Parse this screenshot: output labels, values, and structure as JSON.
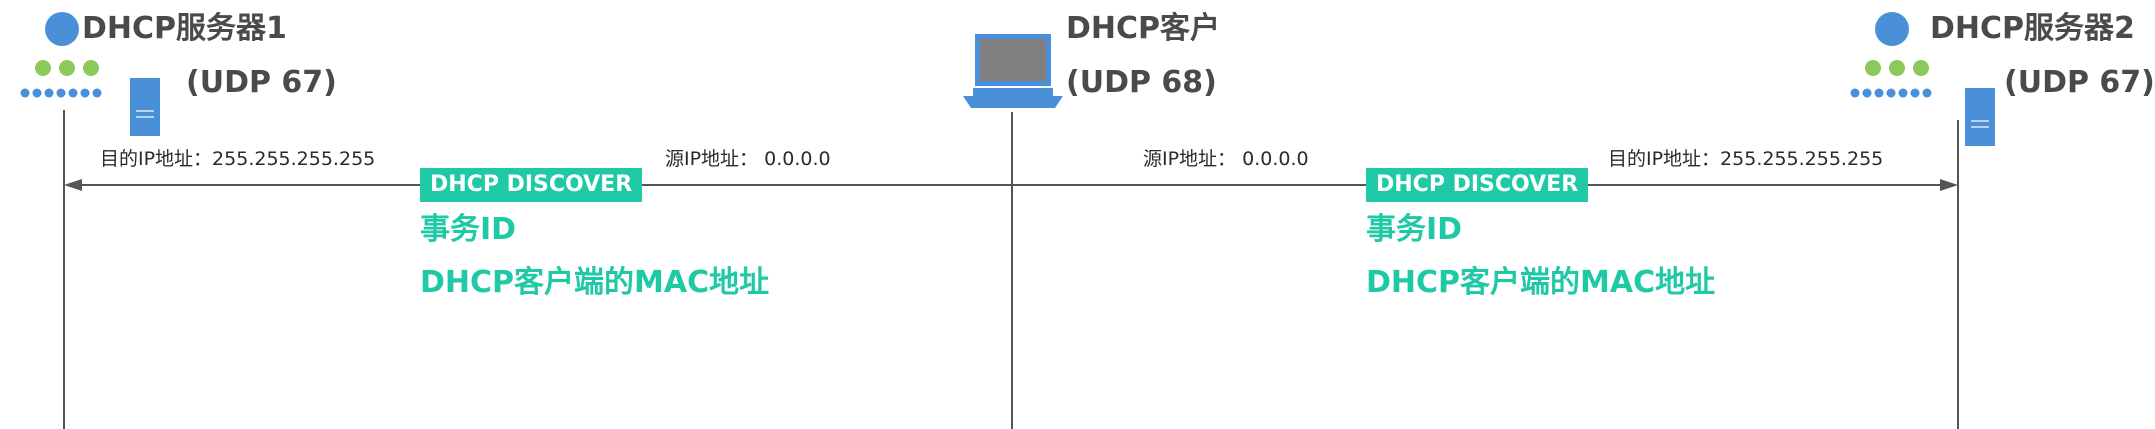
{
  "actors": {
    "server1": {
      "title": "DHCP服务器1",
      "port": "(UDP 67)",
      "icon": "server-icon"
    },
    "client": {
      "title": "DHCP客户",
      "port": "(UDP 68)",
      "icon": "laptop-icon"
    },
    "server2": {
      "title": "DHCP服务器2",
      "port": "(UDP 67)",
      "icon": "server-icon"
    }
  },
  "left_message": {
    "dest_addr": "目的IP地址：255.255.255.255",
    "src_addr": "源IP地址：  0.0.0.0",
    "type": "DHCP DISCOVER",
    "fields": [
      "事务ID",
      "DHCP客户端的MAC地址"
    ]
  },
  "right_message": {
    "src_addr": "源IP地址：  0.0.0.0",
    "dest_addr": "目的IP地址：255.255.255.255",
    "type": "DHCP DISCOVER",
    "fields": [
      "事务ID",
      "DHCP客户端的MAC地址"
    ]
  },
  "colors": {
    "accent": "#1fc9a5",
    "icon_blue": "#4a90d9",
    "icon_green": "#8cc85a",
    "text_dark": "#4a4a4a",
    "line": "#555555"
  }
}
